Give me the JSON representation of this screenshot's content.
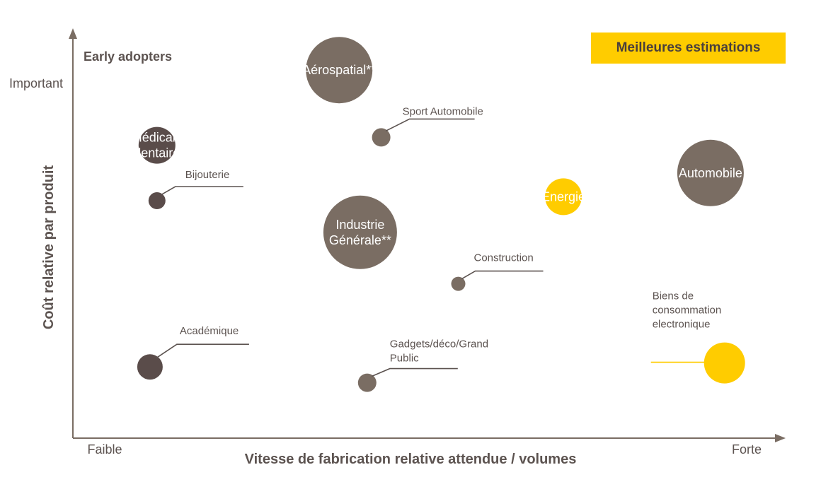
{
  "chart_data": {
    "type": "scatter",
    "xlabel": "Vitesse de fabrication relative attendue / volumes",
    "ylabel": "Coût relative par produit",
    "x_axis_end_labels": {
      "low": "Faible",
      "high": "Forte"
    },
    "y_axis_top_label": "Important",
    "annotation": "Early adopters",
    "badge": "Meilleures estimations",
    "colors": {
      "dark": "#5a4c4a",
      "medium": "#7a6d63",
      "highlight": "#ffcc00",
      "axis": "#7a6d63"
    },
    "points": [
      {
        "lines": [
          "Médical /",
          "dentaire"
        ],
        "x": 0.12,
        "y": 0.74,
        "size": 0.26,
        "tone": "dark",
        "label_mode": "inside"
      },
      {
        "lines": [
          "Aérospatial**"
        ],
        "x": 0.38,
        "y": 0.93,
        "size": 0.47,
        "tone": "medium",
        "label_mode": "inside"
      },
      {
        "lines": [
          "Sport Automobile"
        ],
        "x": 0.44,
        "y": 0.76,
        "size": 0.13,
        "tone": "medium",
        "label_mode": "callout"
      },
      {
        "lines": [
          "Bijouterie"
        ],
        "x": 0.12,
        "y": 0.6,
        "size": 0.12,
        "tone": "dark",
        "label_mode": "callout"
      },
      {
        "lines": [
          "Industrie",
          "Générale**"
        ],
        "x": 0.41,
        "y": 0.52,
        "size": 0.52,
        "tone": "medium",
        "label_mode": "inside"
      },
      {
        "lines": [
          "Energie"
        ],
        "x": 0.7,
        "y": 0.61,
        "size": 0.26,
        "tone": "highlight",
        "label_mode": "inside"
      },
      {
        "lines": [
          "Automobile"
        ],
        "x": 0.91,
        "y": 0.67,
        "size": 0.47,
        "tone": "medium",
        "label_mode": "inside"
      },
      {
        "lines": [
          "Construction"
        ],
        "x": 0.55,
        "y": 0.39,
        "size": 0.1,
        "tone": "medium",
        "label_mode": "callout"
      },
      {
        "lines": [
          "Académique"
        ],
        "x": 0.11,
        "y": 0.18,
        "size": 0.18,
        "tone": "dark",
        "label_mode": "callout"
      },
      {
        "lines": [
          "Gadgets/déco/Grand",
          "Public"
        ],
        "x": 0.42,
        "y": 0.14,
        "size": 0.13,
        "tone": "medium",
        "label_mode": "callout"
      },
      {
        "lines": [
          "Biens de",
          "consommation",
          "electronique"
        ],
        "x": 0.93,
        "y": 0.19,
        "size": 0.29,
        "tone": "highlight",
        "label_mode": "callout"
      }
    ]
  }
}
